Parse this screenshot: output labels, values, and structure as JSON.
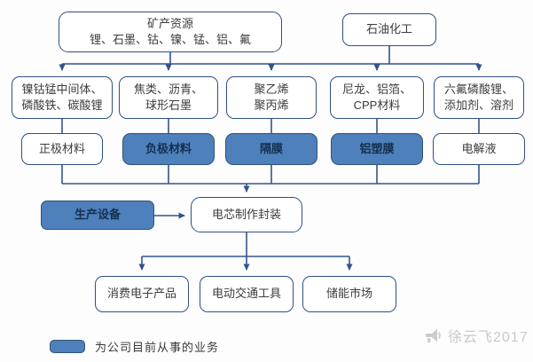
{
  "palette": {
    "line": "#31548c",
    "box_border": "#2f5084",
    "blue_fill": "#4e80bc",
    "blue_box_text": "#14304f",
    "text": "#3c3c3c",
    "watermark": "#c9c9c9"
  },
  "nodes": {
    "minerals": "矿产资源\n锂、石墨、钴、镍、锰、铝、氟",
    "petrochemical": "石油化工",
    "raw_cathode": "镍钴锰中间体、\n磷酸铁、碳酸锂",
    "raw_anode": "焦类、沥青、\n球形石墨",
    "raw_separator": "聚乙烯\n聚丙烯",
    "raw_pouch": "尼龙、铝箔、\nCPP材料",
    "raw_electrolyte": "六氟磷酸锂、\n添加剂、溶剂",
    "cathode": "正极材料",
    "anode": "负极材料",
    "separator": "隔膜",
    "pouch_film": "铝塑膜",
    "electrolyte": "电解液",
    "equipment": "生产设备",
    "cell_assembly": "电芯制作封装",
    "consumer_electronics": "消费电子产品",
    "ev_transport": "电动交通工具",
    "energy_storage": "储能市场"
  },
  "legend": {
    "label": "为公司目前从事的业务"
  },
  "watermark": {
    "text": "徐云飞2017",
    "icon": "megaphone-icon"
  }
}
